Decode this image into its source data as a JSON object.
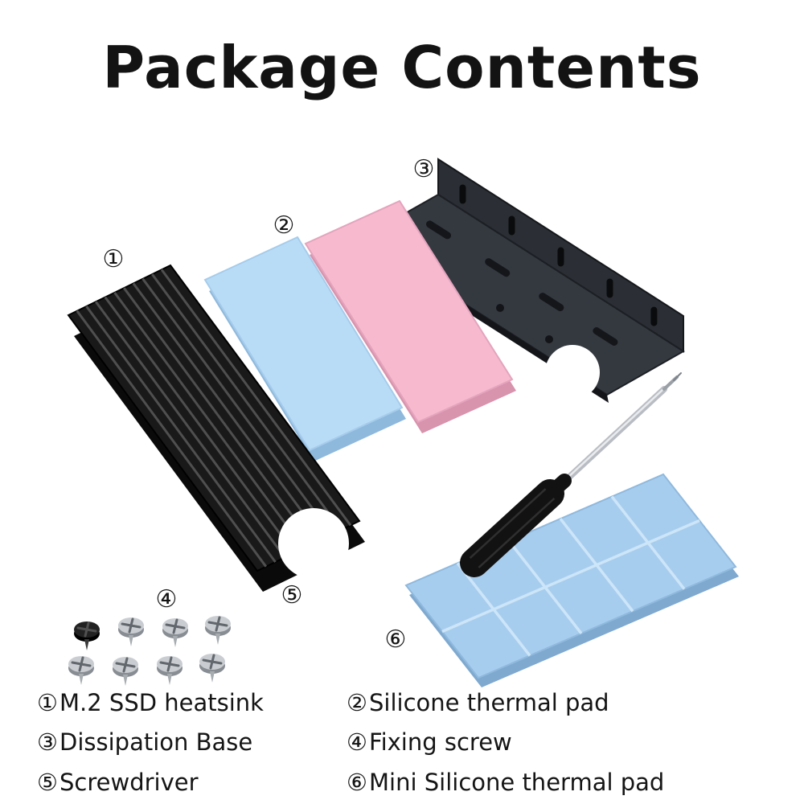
{
  "title": "Package Contents",
  "legend": {
    "items": [
      {
        "num": "①",
        "label": "M.2 SSD heatsink"
      },
      {
        "num": "②",
        "label": "Silicone thermal pad"
      },
      {
        "num": "③",
        "label": "Dissipation Base"
      },
      {
        "num": "④",
        "label": "Fixing screw"
      },
      {
        "num": "⑤",
        "label": "Screwdriver"
      },
      {
        "num": "⑥",
        "label": "Mini Silicone thermal pad"
      }
    ]
  },
  "colors": {
    "background": "#ffffff",
    "text": "#141414",
    "heatsink": "#191919",
    "thermal_pad_blue": "#b9dcf6",
    "thermal_pad_pink": "#f6b9ce",
    "dissipation_base": "#2b2f35",
    "dissipation_base_face": "#343940",
    "mini_thermal_pad": "#a7cdee",
    "screw_silver": "#c9cdd2",
    "screw_black": "#222222",
    "screwdriver_handle": "#121212",
    "screwdriver_shaft": "#b9bdc3"
  }
}
